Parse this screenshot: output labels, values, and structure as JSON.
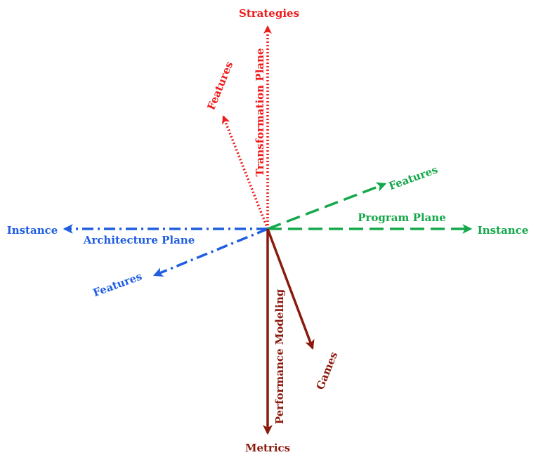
{
  "colors": {
    "transformation": "#ee1c1c",
    "program": "#14a84a",
    "architecture": "#1f5ee0",
    "performance": "#8b1a0e"
  },
  "transformation": {
    "strategies": "Strategies",
    "features": "Features",
    "plane": "Transformation Plane"
  },
  "program": {
    "features": "Features",
    "plane": "Program Plane",
    "instance": "Instance"
  },
  "architecture": {
    "instance": "Instance",
    "plane": "Architecture Plane",
    "features": "Features"
  },
  "performance": {
    "plane": "Performance Modeling",
    "games": "Games",
    "metrics": "Metrics"
  }
}
